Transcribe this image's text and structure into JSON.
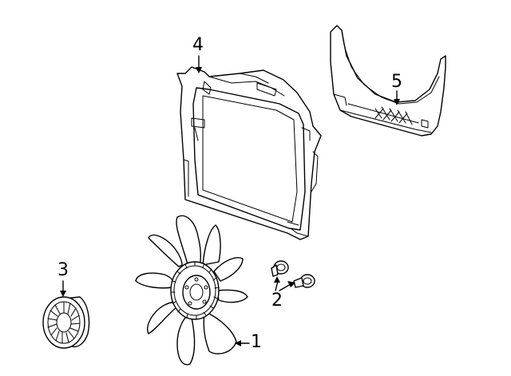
{
  "callouts": {
    "fan": "1",
    "bolt": "2",
    "clutch": "3",
    "shroud": "4",
    "lower_shroud": "5"
  }
}
